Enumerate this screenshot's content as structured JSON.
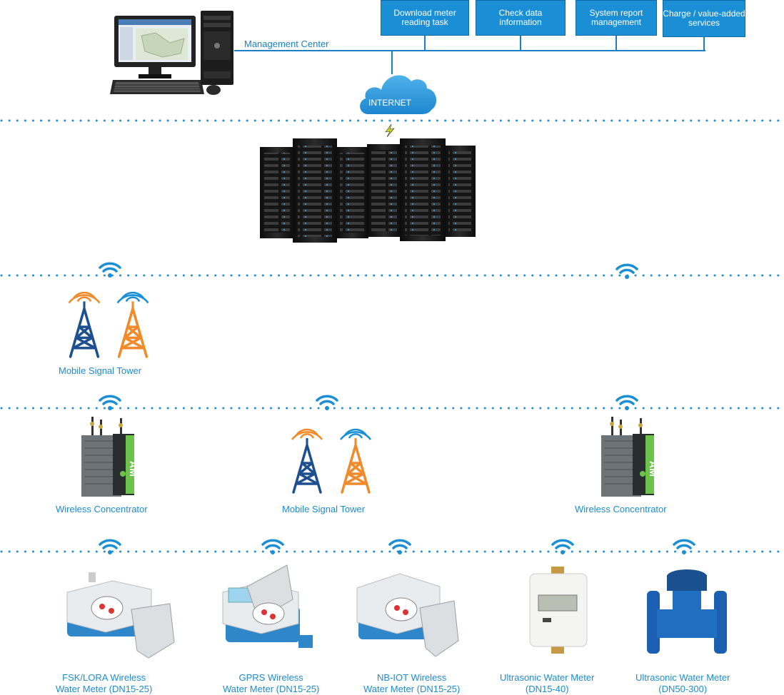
{
  "management": {
    "center_label": "Management Center",
    "services": [
      "Download meter\nreading task",
      "Check data\ninformation",
      "System report\nmanagement",
      "Charge / value-added\nservices"
    ]
  },
  "internet_label": "INTERNET",
  "towers": {
    "left_label": "Mobile  Signal Tower",
    "mid_label": "Mobile  Signal Tower"
  },
  "concentrators": {
    "left_label": "Wireless Concentrator",
    "right_label": "Wireless Concentrator"
  },
  "meters": [
    {
      "line1": "FSK/LORA Wireless",
      "line2": "Water Meter (DN15-25)"
    },
    {
      "line1": "GPRS Wireless",
      "line2": "Water Meter (DN15-25)"
    },
    {
      "line1": "NB-IOT Wireless",
      "line2": "Water Meter (DN15-25)"
    },
    {
      "line1": "Ultrasonic Water Meter",
      "line2": "(DN15-40)"
    },
    {
      "line1": "Ultrasonic Water Meter",
      "line2": "(DN50-300)"
    }
  ],
  "colors": {
    "accent": "#1a8fd6",
    "tower_blue": "#1e4f8f",
    "tower_orange": "#f08a2a",
    "dot": "#2a8fd0"
  }
}
